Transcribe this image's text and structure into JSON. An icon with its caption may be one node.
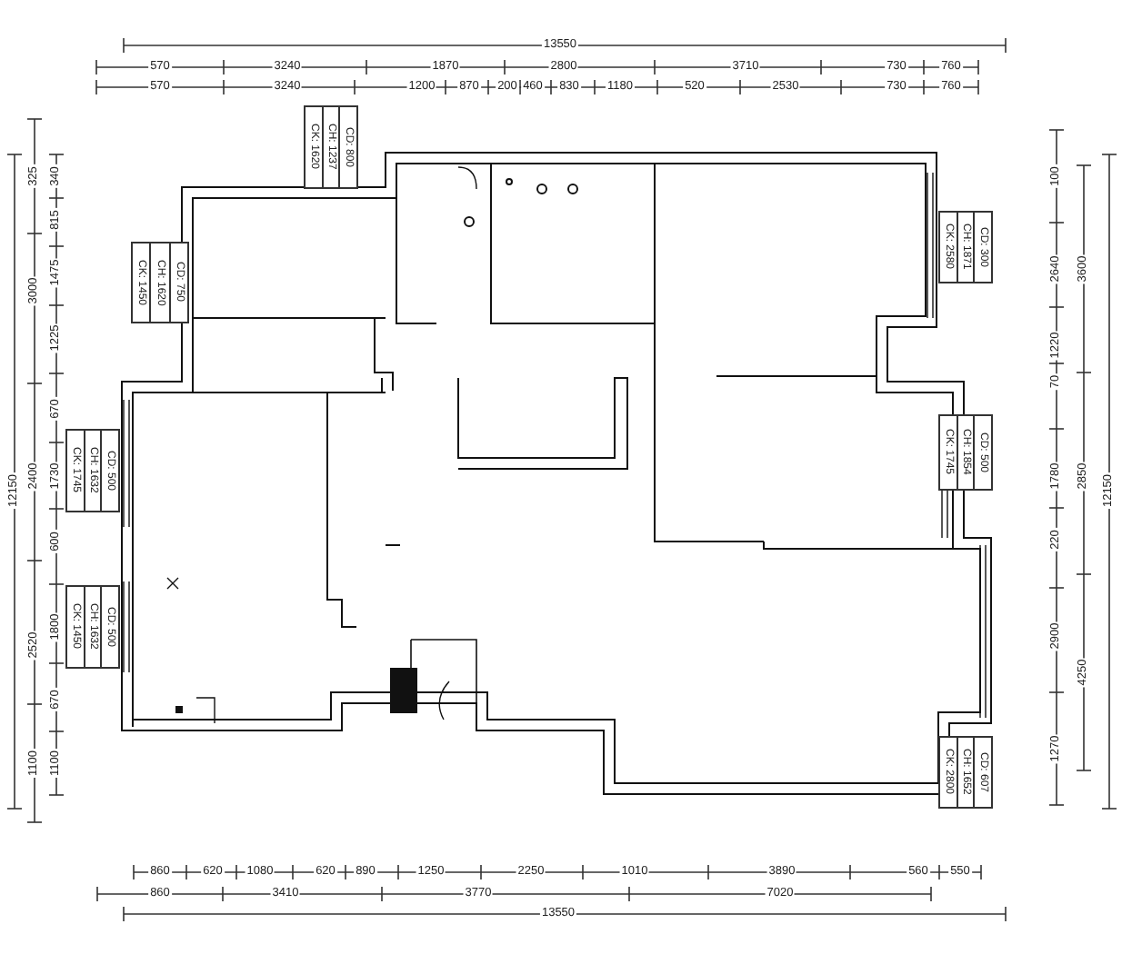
{
  "diagram": {
    "labels": [
      "13550",
      "570",
      "3240",
      "1870",
      "2800",
      "3710",
      "730",
      "760",
      "570",
      "3240",
      "1200",
      "870",
      "200",
      "460",
      "830",
      "1180",
      "520",
      "2530",
      "730",
      "760",
      "CK: 1620",
      "CH: 1237",
      "CD: 800",
      "CK: 1450",
      "CH: 1620",
      "CD: 750",
      "CK: 1745",
      "CH: 1632",
      "CD: 500",
      "CK: 1450",
      "CH: 1632",
      "CD: 500",
      "CK: 2580",
      "CH: 1871",
      "CD: 300",
      "CK: 1745",
      "CH: 1854",
      "CD: 500",
      "CK: 2800",
      "CH: 1652",
      "CD: 607",
      "12150",
      "325",
      "3000",
      "2400",
      "2520",
      "1100",
      "340",
      "815",
      "1475",
      "1225",
      "670",
      "1730",
      "600",
      "1800",
      "670",
      "1100",
      "100",
      "2640",
      "1220",
      "70",
      "1780",
      "220",
      "2900",
      "1270",
      "3600",
      "2850",
      "4250",
      "12150",
      "860",
      "620",
      "1080",
      "620",
      "890",
      "1250",
      "2250",
      "1010",
      "3890",
      "560",
      "550",
      "860",
      "3410",
      "3770",
      "7020",
      "13550"
    ]
  }
}
